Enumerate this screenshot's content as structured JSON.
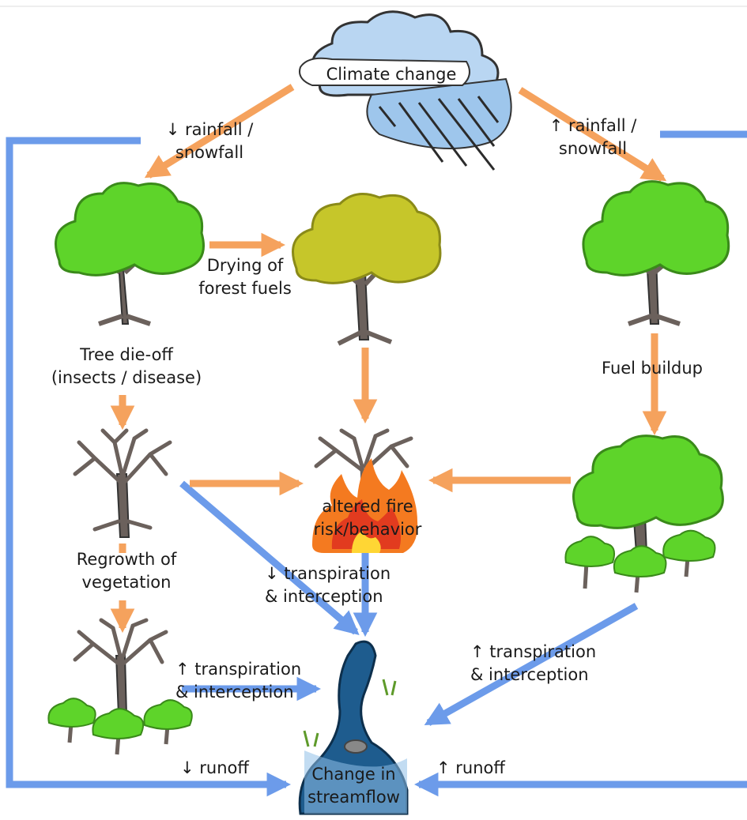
{
  "nodes": {
    "climate": "Climate change",
    "drying": [
      "Drying of",
      "forest fuels"
    ],
    "dieoff": [
      "Tree die-off",
      "(insects / disease)"
    ],
    "fuel": "Fuel buildup",
    "fire": [
      "altered fire",
      "risk/behavior"
    ],
    "regrowth": [
      "Regrowth of",
      "vegetation"
    ],
    "stream": [
      "Change in",
      "streamflow"
    ]
  },
  "edges": {
    "rain_down": [
      "↓ rainfall /",
      "snowfall"
    ],
    "rain_up": [
      "↑ rainfall /",
      "snowfall"
    ],
    "trans_down": [
      "↓ transpiration",
      "& interception"
    ],
    "trans_up_left": [
      "↑ transpiration",
      "& interception"
    ],
    "trans_up_right": [
      "↑ transpiration",
      "& interception"
    ],
    "runoff_down": "↓ runoff",
    "runoff_up": "↑ runoff"
  },
  "colors": {
    "orange_arrow": "#F5A25D",
    "blue_arrow": "#6C9BEA",
    "leaf_green": "#5ED42A",
    "leaf_outline": "#3A8A1A",
    "dry_leaf": "#C6C62A",
    "trunk": "#6B615C",
    "cloud": "#B9D6F2",
    "water": "#1E5C8E",
    "fire_orange": "#F47A20",
    "fire_red": "#E23B1F",
    "fire_yellow": "#FFD634"
  }
}
